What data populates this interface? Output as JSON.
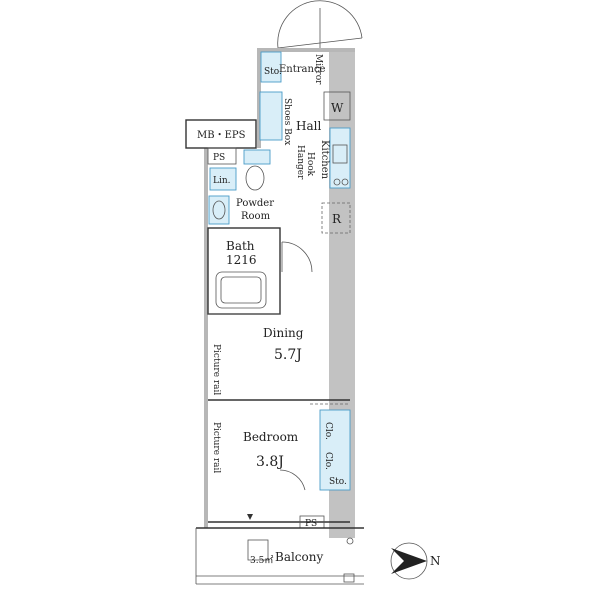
{
  "rooms": {
    "entrance": "Entrance",
    "mirror": "Mirror",
    "sto_entrance": "Sto.",
    "hall": "Hall",
    "shoes_box": "Shoes Box",
    "w": "W",
    "kitchen": "Kitchen",
    "hanger_hook": [
      "Hanger",
      "Hook"
    ],
    "r": "R",
    "mb_eps": "MB・EPS",
    "ps_top": "PS",
    "lin": "Lin.",
    "powder_room": [
      "Powder",
      "Room"
    ],
    "bath": "Bath",
    "bath_size": "1216",
    "dining": "Dining",
    "dining_size": "5.7J",
    "picture_rail_1": "Picture rail",
    "picture_rail_2": "Picture rail",
    "bedroom": "Bedroom",
    "bedroom_size": "3.8J",
    "clo_1": "Clo.",
    "clo_2": "Clo.",
    "sto_bedroom": "Sto.",
    "ps_bottom": "PS",
    "balcony": "Balcony",
    "balcony_area": "3.5㎡",
    "north": "N"
  },
  "colors": {
    "fixture_fill": "#d9eef8",
    "fixture_stroke": "#4a9cc8",
    "wall_gray": "#b7b7b7"
  },
  "icons": [
    "north-arrow-icon",
    "sink-icon",
    "stove-icon",
    "bathtub-icon",
    "toilet-icon",
    "door-swing-icon"
  ]
}
